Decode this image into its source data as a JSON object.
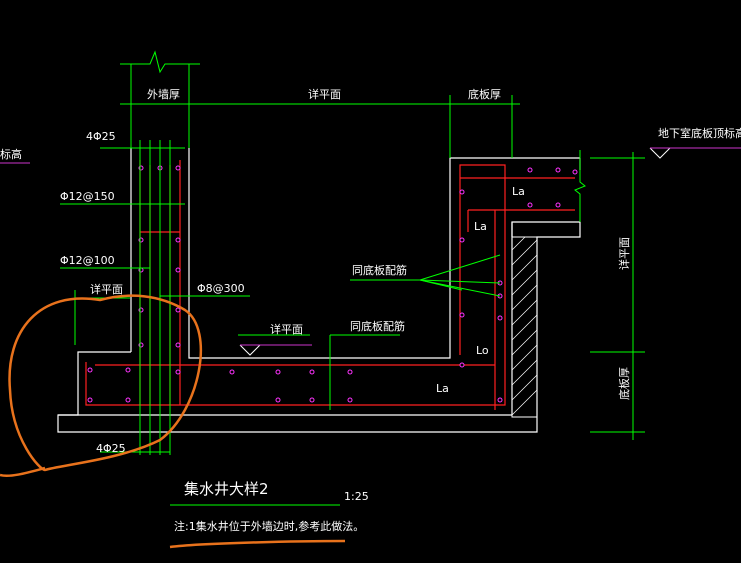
{
  "drawing": {
    "title": "集水井大样2",
    "scale": "1:25",
    "note": "注:1集水井位于外墙边时,参考此做法。",
    "labels": {
      "outer_wall_thickness": "外墙厚",
      "detail_left": "详平面",
      "detail_top": "详平面",
      "detail_right": "详平面",
      "detail_mid": "详平面",
      "slab_thickness_top": "底板厚",
      "slab_thickness_right": "底板厚",
      "bars_top": "4Φ25",
      "bars_bottom": "4Φ25",
      "rebar_150": "Φ12@150",
      "rebar_100": "Φ12@100",
      "rebar_300": "Φ8@300",
      "same_slab_rebar_1": "同底板配筋",
      "same_slab_rebar_2": "同底板配筋",
      "roof_level": "地下室底板顶标高",
      "left_cut": "标高",
      "la1": "La",
      "la2": "La",
      "lo1": "Lo",
      "la3": "La"
    }
  },
  "colors": {
    "background": "#000000",
    "outline": "#ffffff",
    "rebar": "#ff2020",
    "dimension": "#00ff00",
    "dots": "#ff33ff",
    "callout": "#e8721c",
    "magenta": "#cc33cc"
  }
}
